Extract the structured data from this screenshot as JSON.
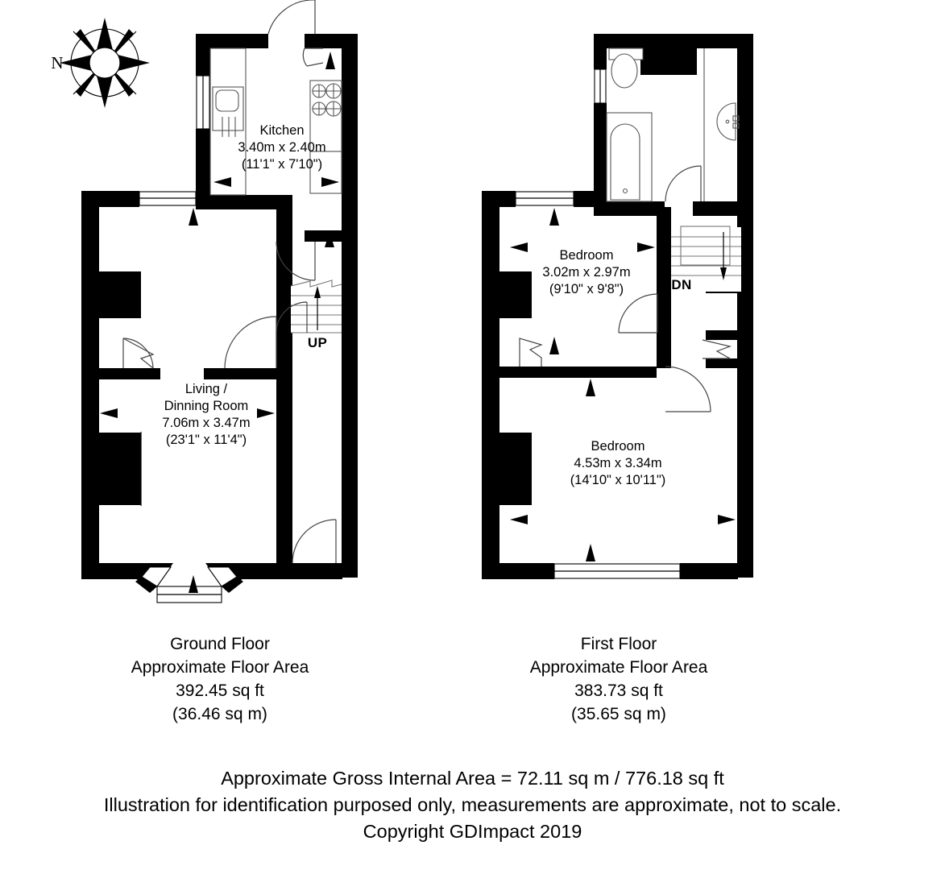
{
  "compass": {
    "north_label": "N"
  },
  "ground_floor": {
    "caption": {
      "title": "Ground Floor",
      "area_title": "Approximate Floor Area",
      "area_sqft": "392.45 sq ft",
      "area_sqm": "(36.46 sq m)"
    },
    "rooms": [
      {
        "name": "Kitchen",
        "dim_metric": "3.40m x 2.40m",
        "dim_imperial": "(11'1\" x 7'10\")"
      },
      {
        "name_line1": "Living /",
        "name_line2": "Dinning Room",
        "dim_metric": "7.06m x 3.47m",
        "dim_imperial": "(23'1\" x 11'4\")"
      }
    ],
    "stairs_label": "UP"
  },
  "first_floor": {
    "caption": {
      "title": "First Floor",
      "area_title": "Approximate Floor Area",
      "area_sqft": "383.73 sq ft",
      "area_sqm": "(35.65 sq m)"
    },
    "rooms": [
      {
        "name": "Bedroom",
        "dim_metric": "3.02m x 2.97m",
        "dim_imperial": "(9'10\" x 9'8\")"
      },
      {
        "name": "Bedroom",
        "dim_metric": "4.53m x 3.34m",
        "dim_imperial": "(14'10\" x 10'11\")"
      }
    ],
    "stairs_label": "DN"
  },
  "footer": {
    "line1": "Approximate Gross Internal Area = 72.11 sq m / 776.18 sq ft",
    "line2": "Illustration for identification purposed only, measurements are approximate, not to scale.",
    "line3": "Copyright GDImpact 2019"
  },
  "colors": {
    "wall": "#000000",
    "background": "#ffffff",
    "fixture_stroke": "#555555"
  }
}
